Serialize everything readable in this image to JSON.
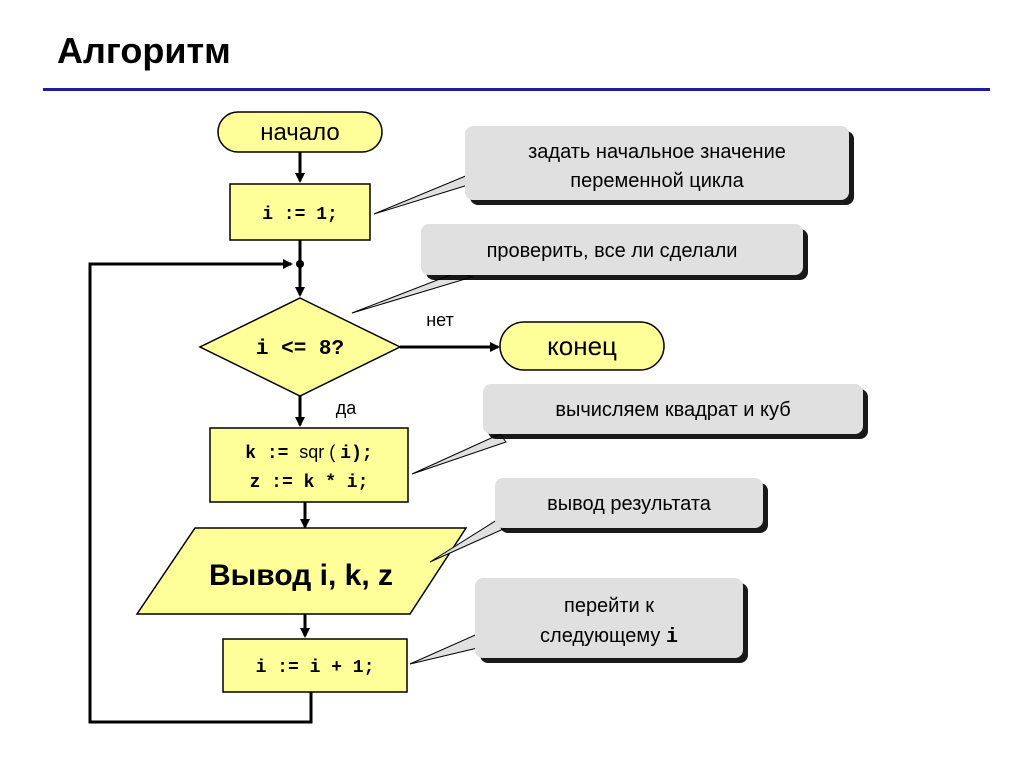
{
  "title": "Алгоритм",
  "colors": {
    "shape_fill": "#ffff99",
    "callout_fill": "#e0e0e0",
    "title_rule": "#1c1ca8",
    "line": "#000000"
  },
  "flow": {
    "start_label": "начало",
    "init_label": "i := 1;",
    "condition_label": "i <= 8?",
    "no_label": "нет",
    "yes_label": "да",
    "end_label": "конец",
    "compute_line1": {
      "a": "k := ",
      "b": "sqr",
      "c": " ( ",
      "d": "i",
      "e": ");"
    },
    "compute_line2": "z := k * i;",
    "output_label": "Вывод i, k, z",
    "increment_label": "i := i + 1;"
  },
  "callouts": {
    "init_line1": "задать начальное значение",
    "init_line2": "переменной цикла",
    "check": "проверить, все ли сделали",
    "compute": "вычисляем квадрат и куб",
    "output": "вывод результата",
    "next_line1": "перейти к",
    "next_line2_text": "следующему ",
    "next_line2_var": "i"
  }
}
